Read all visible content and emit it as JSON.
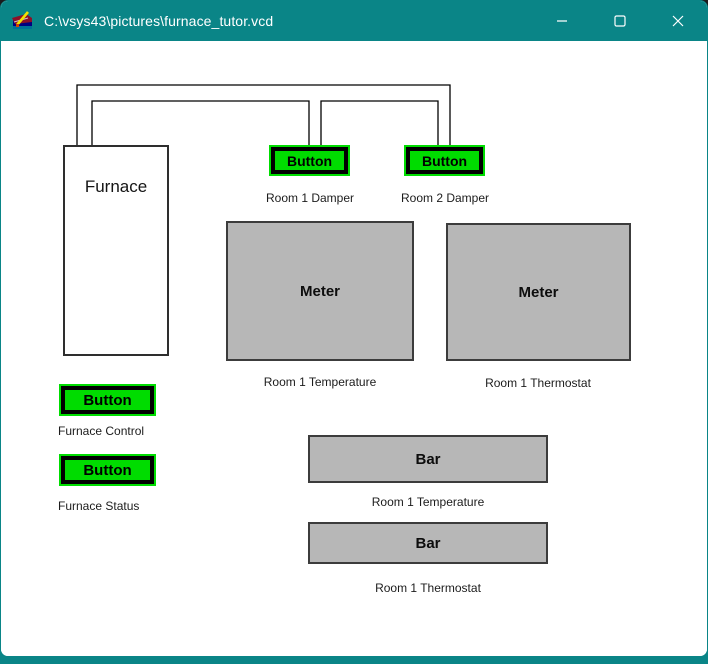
{
  "window": {
    "title": "C:\\vsys43\\pictures\\furnace_tutor.vcd",
    "icons": {
      "app": "app-icon",
      "minimize": "minimize-icon",
      "maximize": "maximize-icon",
      "close": "close-icon"
    }
  },
  "colors": {
    "titlebar_teal": "#0a8587",
    "button_green": "#00dc00",
    "widget_gray": "#b7b7b7",
    "wire_black": "#000000",
    "canvas_white": "#ffffff"
  },
  "canvas": {
    "furnace": {
      "label": "Furnace"
    },
    "buttons": [
      {
        "label": "Button",
        "caption": "Room 1 Damper"
      },
      {
        "label": "Button",
        "caption": "Room 2 Damper"
      },
      {
        "label": "Button",
        "caption": "Furnace Control"
      },
      {
        "label": "Button",
        "caption": "Furnace Status"
      }
    ],
    "meters": [
      {
        "label": "Meter",
        "caption": "Room 1 Temperature"
      },
      {
        "label": "Meter",
        "caption": "Room 1 Thermostat"
      }
    ],
    "bars": [
      {
        "label": "Bar",
        "caption": "Room 1 Temperature"
      },
      {
        "label": "Bar",
        "caption": "Room 1 Thermostat"
      }
    ]
  }
}
